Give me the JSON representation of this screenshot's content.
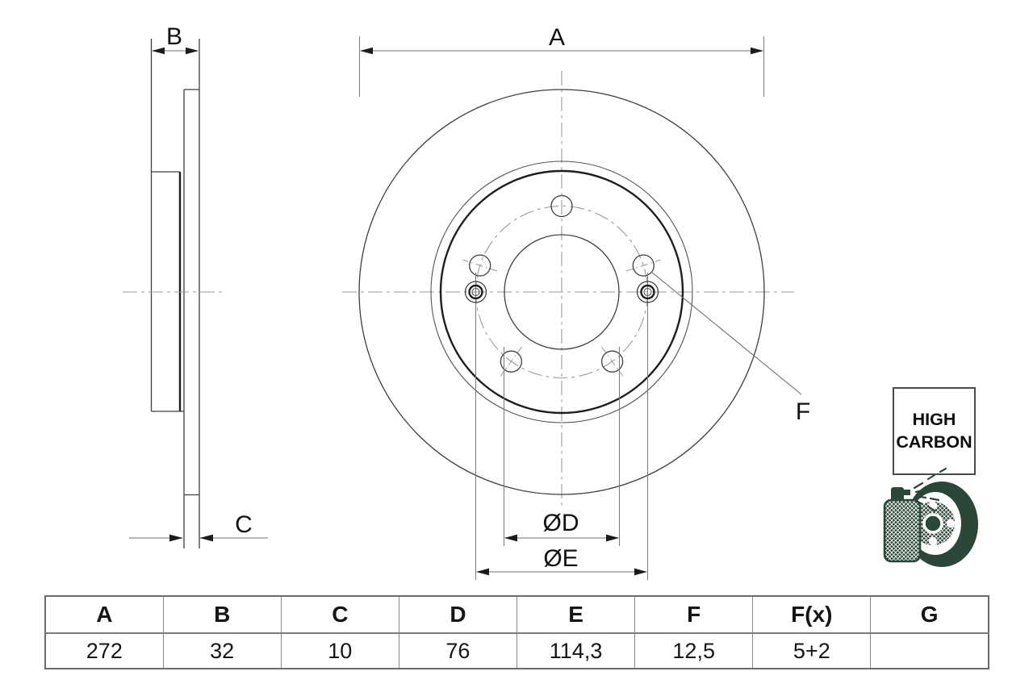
{
  "drawing": {
    "dim_labels": {
      "A": "A",
      "B": "B",
      "C": "C",
      "D": "ØD",
      "E": "ØE",
      "F": "F"
    }
  },
  "badge": {
    "line1": "HIGH",
    "line2": "CARBON"
  },
  "spec_table": {
    "headers": [
      "A",
      "B",
      "C",
      "D",
      "E",
      "F",
      "F(x)",
      "G"
    ],
    "values": [
      "272",
      "32",
      "10",
      "76",
      "114,3",
      "12,5",
      "5+2",
      ""
    ]
  },
  "colors": {
    "icon_green": "#2a4737"
  }
}
